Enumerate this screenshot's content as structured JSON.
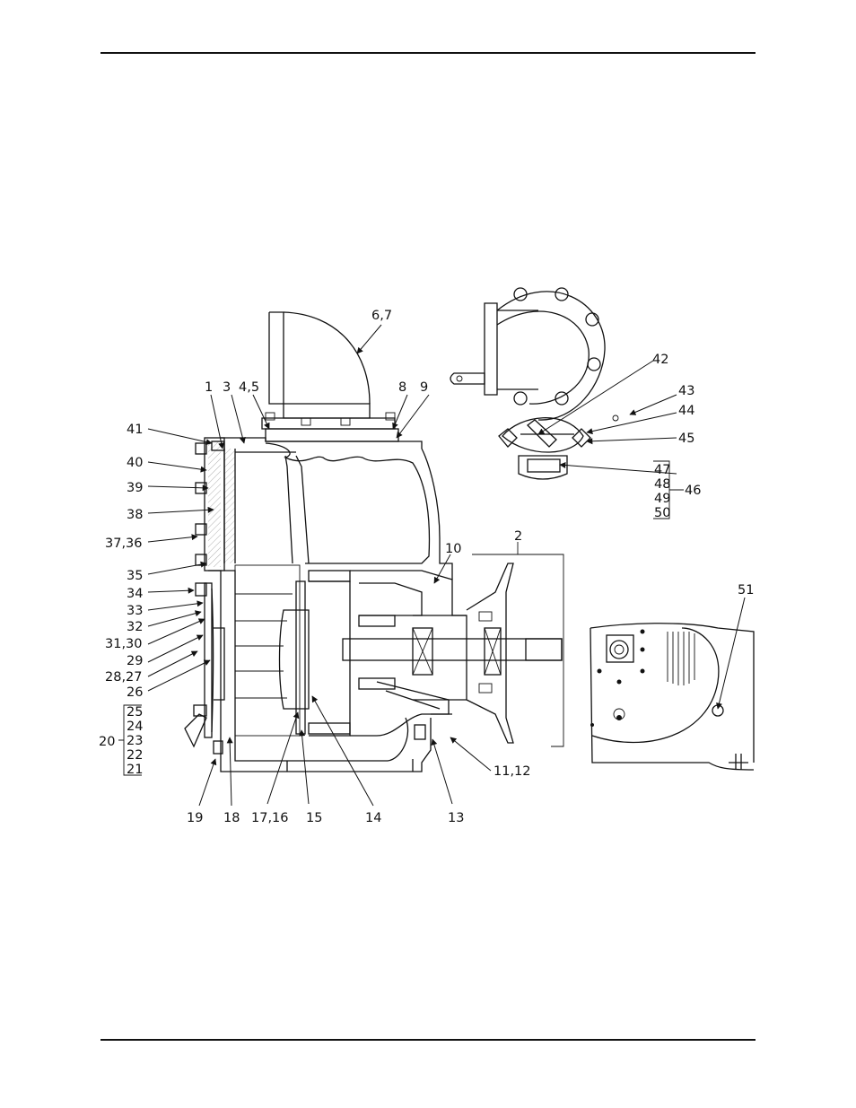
{
  "callouts": [
    {
      "id": "c-6-7",
      "text": "6,7"
    },
    {
      "id": "c-1",
      "text": "1"
    },
    {
      "id": "c-3",
      "text": "3"
    },
    {
      "id": "c-4-5",
      "text": "4,5"
    },
    {
      "id": "c-8",
      "text": "8"
    },
    {
      "id": "c-9",
      "text": "9"
    },
    {
      "id": "c-41",
      "text": "41"
    },
    {
      "id": "c-40",
      "text": "40"
    },
    {
      "id": "c-39",
      "text": "39"
    },
    {
      "id": "c-38",
      "text": "38"
    },
    {
      "id": "c-37-36",
      "text": "37,36"
    },
    {
      "id": "c-35",
      "text": "35"
    },
    {
      "id": "c-34",
      "text": "34"
    },
    {
      "id": "c-33",
      "text": "33"
    },
    {
      "id": "c-32",
      "text": "32"
    },
    {
      "id": "c-31-30",
      "text": "31,30"
    },
    {
      "id": "c-29",
      "text": "29"
    },
    {
      "id": "c-28-27",
      "text": "28,27"
    },
    {
      "id": "c-26",
      "text": "26"
    },
    {
      "id": "c-10",
      "text": "10"
    },
    {
      "id": "c-2",
      "text": "2"
    },
    {
      "id": "c-11-12",
      "text": "11,12"
    },
    {
      "id": "c-19",
      "text": "19"
    },
    {
      "id": "c-18",
      "text": "18"
    },
    {
      "id": "c-17-16",
      "text": "17,16"
    },
    {
      "id": "c-15",
      "text": "15"
    },
    {
      "id": "c-14",
      "text": "14"
    },
    {
      "id": "c-13",
      "text": "13"
    },
    {
      "id": "c-42",
      "text": "42"
    },
    {
      "id": "c-43",
      "text": "43"
    },
    {
      "id": "c-44",
      "text": "44"
    },
    {
      "id": "c-45",
      "text": "45"
    },
    {
      "id": "c-46",
      "text": "46"
    },
    {
      "id": "c-51",
      "text": "51"
    },
    {
      "id": "c-20",
      "text": "20"
    }
  ],
  "group_20": [
    "25",
    "24",
    "23",
    "22",
    "21"
  ],
  "group_46": [
    "47",
    "48",
    "49",
    "50"
  ]
}
